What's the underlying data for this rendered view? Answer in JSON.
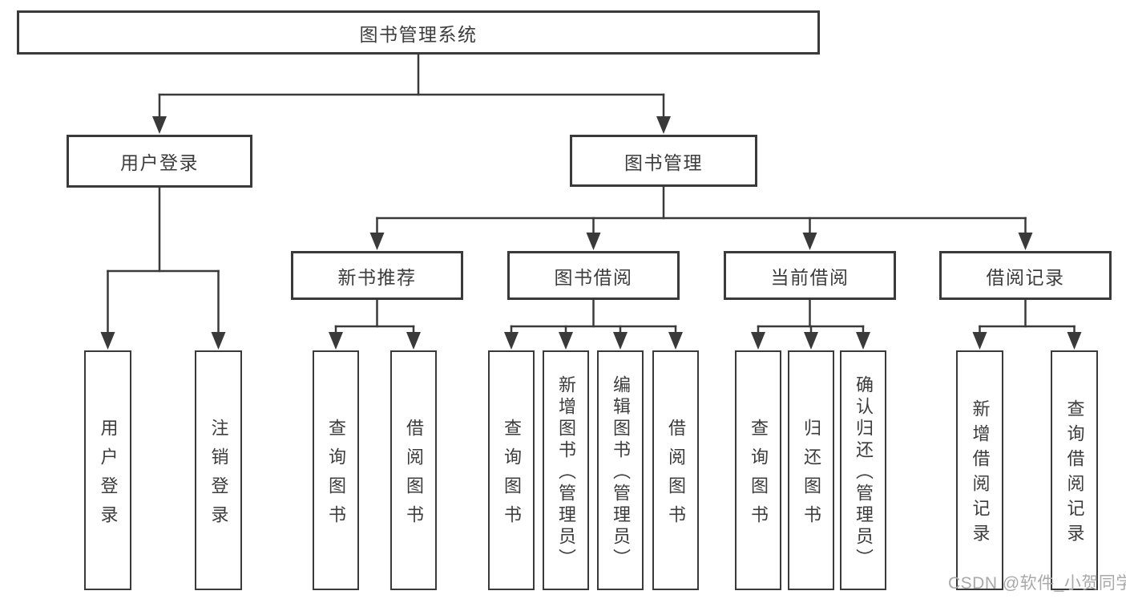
{
  "diagram": {
    "type": "hierarchy-tree",
    "title": "图书管理系统"
  },
  "tree": {
    "root": {
      "label": "图书管理系统",
      "children": [
        {
          "label": "用户登录",
          "children": [
            {
              "label": "用户登录"
            },
            {
              "label": "注销登录"
            }
          ]
        },
        {
          "label": "图书管理",
          "children": [
            {
              "label": "新书推荐",
              "children": [
                {
                  "label": "查询图书"
                },
                {
                  "label": "借阅图书"
                }
              ]
            },
            {
              "label": "图书借阅",
              "children": [
                {
                  "label": "查询图书"
                },
                {
                  "label": "新增图书（管理员）"
                },
                {
                  "label": "编辑图书（管理员）"
                },
                {
                  "label": "借阅图书"
                }
              ]
            },
            {
              "label": "当前借阅",
              "children": [
                {
                  "label": "查询图书"
                },
                {
                  "label": "归还图书"
                },
                {
                  "label": "确认归还（管理员）"
                }
              ]
            },
            {
              "label": "借阅记录",
              "children": [
                {
                  "label": "新增借阅记录"
                },
                {
                  "label": "查询借阅记录"
                }
              ]
            }
          ]
        }
      ]
    }
  },
  "watermark": {
    "text": "CSDN @软件_小贺同学"
  },
  "colors": {
    "line": "#3a3a3a",
    "text": "#3c3c3c",
    "background": "#ffffff",
    "watermark": "#a9a9a9"
  }
}
